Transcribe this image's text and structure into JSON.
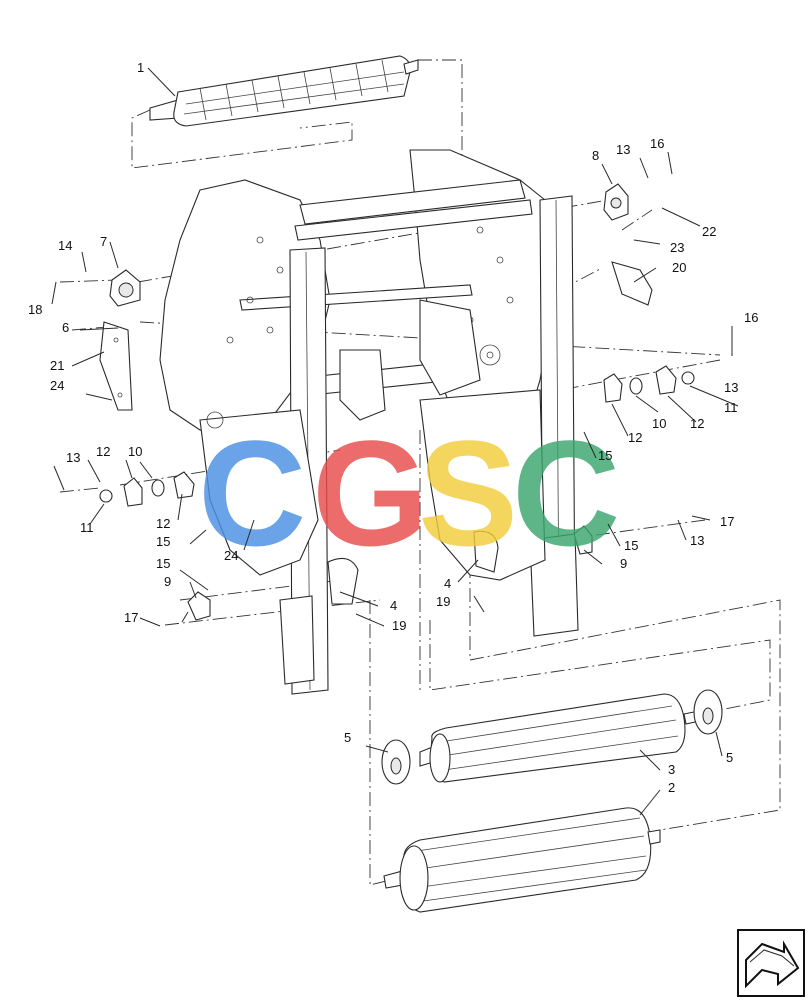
{
  "watermark": {
    "letters": [
      "C",
      "G",
      "S",
      "C"
    ],
    "colors": [
      "#4a90e2",
      "#e84c4c",
      "#f2cc3a",
      "#3aa66e"
    ]
  },
  "callouts": [
    "1",
    "2",
    "3",
    "4",
    "4",
    "5",
    "5",
    "6",
    "7",
    "8",
    "9",
    "9",
    "10",
    "10",
    "11",
    "11",
    "12",
    "12",
    "12",
    "12",
    "13",
    "13",
    "13",
    "13",
    "14",
    "15",
    "15",
    "15",
    "15",
    "16",
    "16",
    "17",
    "17",
    "18",
    "19",
    "19",
    "20",
    "21",
    "22",
    "23",
    "24",
    "24"
  ],
  "corner_icon": "next-page-arrow-icon"
}
